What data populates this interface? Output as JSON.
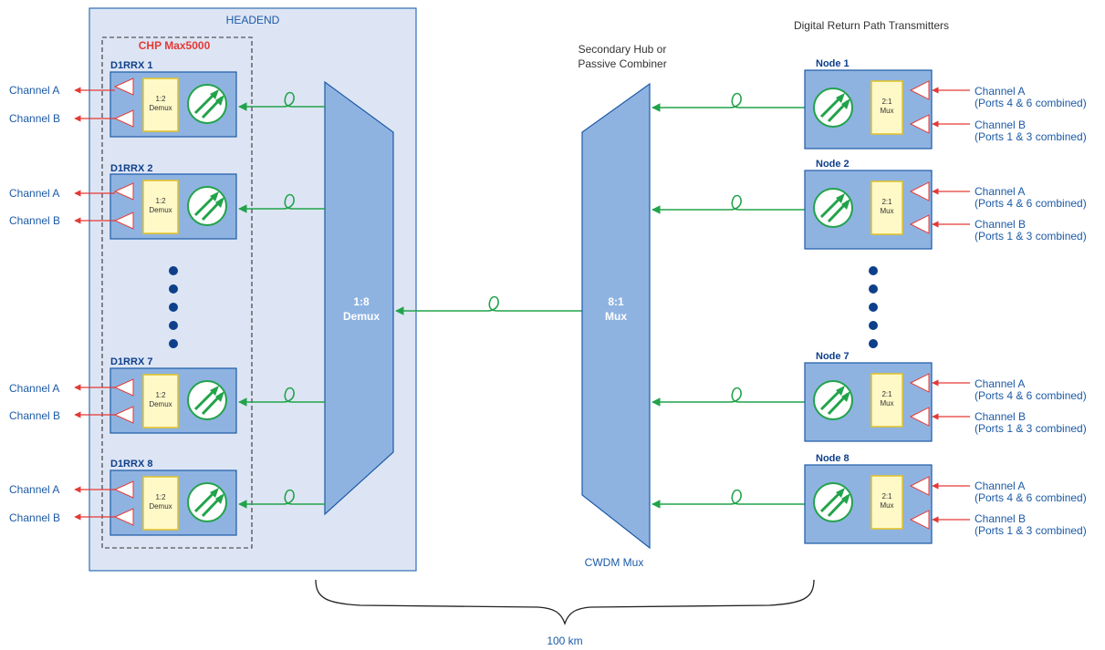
{
  "headend": {
    "title": "HEADEND",
    "chassis_title": "CHP Max5000",
    "receivers": [
      {
        "label": "D1RRX 1",
        "module_line1": "1:2",
        "module_line2": "Demux",
        "channel_a": "Channel A",
        "channel_b": "Channel B"
      },
      {
        "label": "D1RRX 2",
        "module_line1": "1:2",
        "module_line2": "Demux",
        "channel_a": "Channel A",
        "channel_b": "Channel B"
      },
      {
        "label": "D1RRX 7",
        "module_line1": "1:2",
        "module_line2": "Demux",
        "channel_a": "Channel A",
        "channel_b": "Channel B"
      },
      {
        "label": "D1RRX 8",
        "module_line1": "1:2",
        "module_line2": "Demux",
        "channel_a": "Channel A",
        "channel_b": "Channel B"
      }
    ],
    "demux_line1": "1:8",
    "demux_line2": "Demux"
  },
  "hub": {
    "title_line1": "Secondary Hub or",
    "title_line2": "Passive Combiner",
    "mux_line1": "8:1",
    "mux_line2": "Mux",
    "caption": "CWDM Mux"
  },
  "transmitters": {
    "title": "Digital Return Path Transmitters",
    "nodes": [
      {
        "label": "Node 1",
        "module_line1": "2:1",
        "module_line2": "Mux",
        "channel_a": "Channel A",
        "channel_a_sub": "(Ports 4 & 6 combined)",
        "channel_b": "Channel B",
        "channel_b_sub": "(Ports 1 & 3 combined)"
      },
      {
        "label": "Node 2",
        "module_line1": "2:1",
        "module_line2": "Mux",
        "channel_a": "Channel A",
        "channel_a_sub": "(Ports 4 & 6 combined)",
        "channel_b": "Channel B",
        "channel_b_sub": "(Ports 1 & 3 combined)"
      },
      {
        "label": "Node 7",
        "module_line1": "2:1",
        "module_line2": "Mux",
        "channel_a": "Channel A",
        "channel_a_sub": "(Ports 4 & 6 combined)",
        "channel_b": "Channel B",
        "channel_b_sub": "(Ports 1 & 3 combined)"
      },
      {
        "label": "Node 8",
        "module_line1": "2:1",
        "module_line2": "Mux",
        "channel_a": "Channel A",
        "channel_a_sub": "(Ports 4 & 6 combined)",
        "channel_b": "Channel B",
        "channel_b_sub": "(Ports 1 & 3 combined)"
      }
    ]
  },
  "distance_label": "100 km",
  "colors": {
    "panel_fill": "#dde5f4",
    "panel_stroke": "#2e6fb4",
    "device_fill": "#8fb3e1",
    "device_stroke": "#1c5aa6",
    "fiber": "#21a34a",
    "arrow_red": "#e53935",
    "label_blue": "#1c5aa6",
    "node_title": "#0e3f8a",
    "module_fill": "#fff9c8",
    "module_stroke": "#e3c322"
  }
}
